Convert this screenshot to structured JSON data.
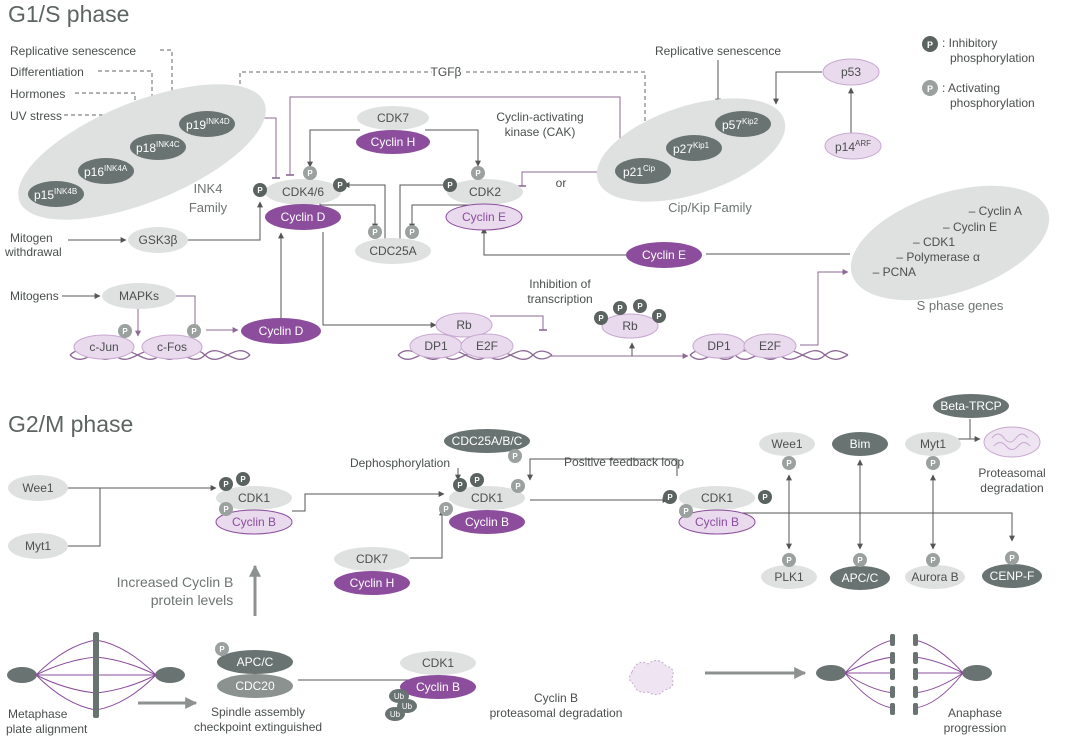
{
  "sections": {
    "g1s_title": "G1/S phase",
    "g2m_title": "G2/M phase"
  },
  "legend": {
    "inhibitory_1": ": Inhibitory",
    "inhibitory_2": "phosphorylation",
    "activating_1": ": Activating",
    "activating_2": "phosphorylation",
    "p": "P"
  },
  "g1s": {
    "signals": [
      "Replicative senescence",
      "Differentiation",
      "Hormones",
      "UV stress"
    ],
    "tgfb": "TGFβ",
    "ink4": {
      "p19": "p19",
      "p19_sup": "INK4D",
      "p18": "p18",
      "p18_sup": "INK4C",
      "p16": "p16",
      "p16_sup": "INK4A",
      "p15": "p15",
      "p15_sup": "INK4B",
      "family_1": "INK4",
      "family_2": "Family"
    },
    "cdk7": "CDK7",
    "cyclin_h": "Cyclin H",
    "cak_1": "Cyclin-activating",
    "cak_2": "kinase (CAK)",
    "cdk46": "CDK4/6",
    "cyclin_d": "Cyclin D",
    "cdk2": "CDK2",
    "cyclin_e": "Cyclin E",
    "cdc25a": "CDC25A",
    "or": "or",
    "repl_sen_right": "Replicative senescence",
    "cip": {
      "p21": "p21",
      "p21_sup": "Cip",
      "p27": "p27",
      "p27_sup": "Kip1",
      "p57": "p57",
      "p57_sup": "Kip2",
      "family": "Cip/Kip Family"
    },
    "p53": "p53",
    "p14": "p14",
    "p14_sup": "ARF",
    "mitogen_withdrawal_1": "Mitogen",
    "mitogen_withdrawal_2": "withdrawal",
    "gsk3b": "GSK3β",
    "cyclin_e2": "Cyclin E",
    "mitogens": "Mitogens",
    "mapks": "MAPKs",
    "cjun": "c-Jun",
    "cfos": "c-Fos",
    "cyclin_d2": "Cyclin D",
    "rb": "Rb",
    "dp1": "DP1",
    "e2f": "E2F",
    "inhibition_1": "Inhibition of",
    "inhibition_2": "transcription",
    "rb2": "Rb",
    "dp1b": "DP1",
    "e2fb": "E2F",
    "sgenes": [
      "– Cyclin A",
      "– Cyclin E",
      "– CDK1",
      "– Polymerase α",
      "– PCNA"
    ],
    "sgenes_label": "S phase genes"
  },
  "g2m": {
    "wee1": "Wee1",
    "myt1": "Myt1",
    "cdk1a": "CDK1",
    "cyclin_b_a": "Cyclin B",
    "increased_1": "Increased Cyclin B",
    "increased_2": "protein levels",
    "dephos": "Dephosphorylation",
    "cdc25abc": "CDC25A/B/C",
    "cdk1b": "CDK1",
    "cyclin_b_b": "Cyclin B",
    "pos_feedback": "Positive feedback loop",
    "cdk7": "CDK7",
    "cyclin_h": "Cyclin H",
    "cdk1c": "CDK1",
    "cyclin_b_c": "Cyclin B",
    "wee1_r": "Wee1",
    "plk1": "PLK1",
    "bim": "Bim",
    "apcc_r": "APC/C",
    "myt1_r": "Myt1",
    "aurora_b": "Aurora B",
    "beta_trcp": "Beta-TRCP",
    "proteasomal_1": "Proteasomal",
    "proteasomal_2": "degradation",
    "cenpf": "CENP-F",
    "metaphase_1": "Metaphase",
    "metaphase_2": "plate alignment",
    "apcc": "APC/C",
    "cdc20": "CDC20",
    "spindle_1": "Spindle assembly",
    "spindle_2": "checkpoint extinguished",
    "cdk1d": "CDK1",
    "cyclin_b_d": "Cyclin B",
    "ub": "Ub",
    "cycb_deg_1": "Cyclin B",
    "cycb_deg_2": "proteasomal degradation",
    "anaphase_1": "Anaphase",
    "anaphase_2": "progression"
  },
  "colors": {
    "purple_dark": "#8b4d9c",
    "purple_light": "#e9daee",
    "gray_light": "#dfe1e0",
    "gray_dark": "#697371",
    "line": "#8d6a96",
    "text": "#4a4f4d"
  }
}
